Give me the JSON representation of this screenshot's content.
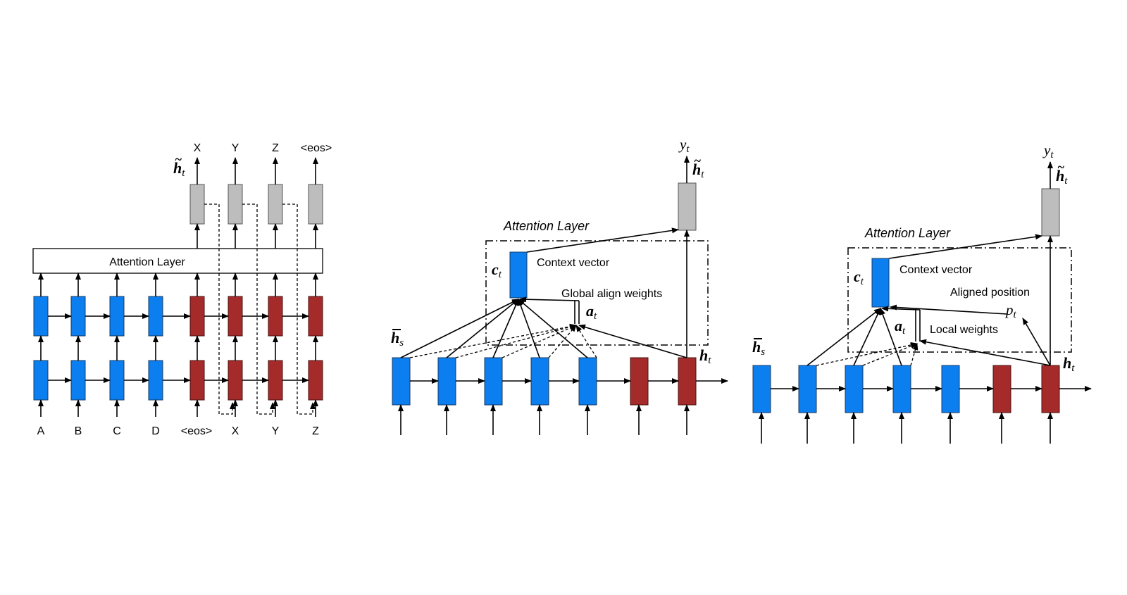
{
  "left_panel": {
    "attention_layer": "Attention Layer",
    "htilde_label": "h",
    "htilde_sub": "t",
    "outputs": [
      "X",
      "Y",
      "Z",
      "<eos>"
    ],
    "inputs": [
      "A",
      "B",
      "C",
      "D",
      "<eos>",
      "X",
      "Y",
      "Z"
    ]
  },
  "global_panel": {
    "title": "Attention Layer",
    "context_vector": "Context vector",
    "align_weights": "Global align weights",
    "ct": "c",
    "ct_sub": "t",
    "at": "a",
    "at_sub": "t",
    "hs": "h",
    "hs_sub": "s",
    "ht": "h",
    "ht_sub": "t",
    "htilde": "h",
    "htilde_sub": "t",
    "yt": "y",
    "yt_sub": "t"
  },
  "local_panel": {
    "title": "Attention Layer",
    "context_vector": "Context vector",
    "aligned_position": "Aligned position",
    "local_weights": "Local weights",
    "ct": "c",
    "ct_sub": "t",
    "at": "a",
    "at_sub": "t",
    "pt": "p",
    "pt_sub": "t",
    "hs": "h",
    "hs_sub": "s",
    "ht": "h",
    "ht_sub": "t",
    "htilde": "h",
    "htilde_sub": "t",
    "yt": "y",
    "yt_sub": "t"
  },
  "colors": {
    "encoder": "#0b7ff0",
    "decoder": "#a52a2a",
    "output": "#bdbdbd"
  }
}
